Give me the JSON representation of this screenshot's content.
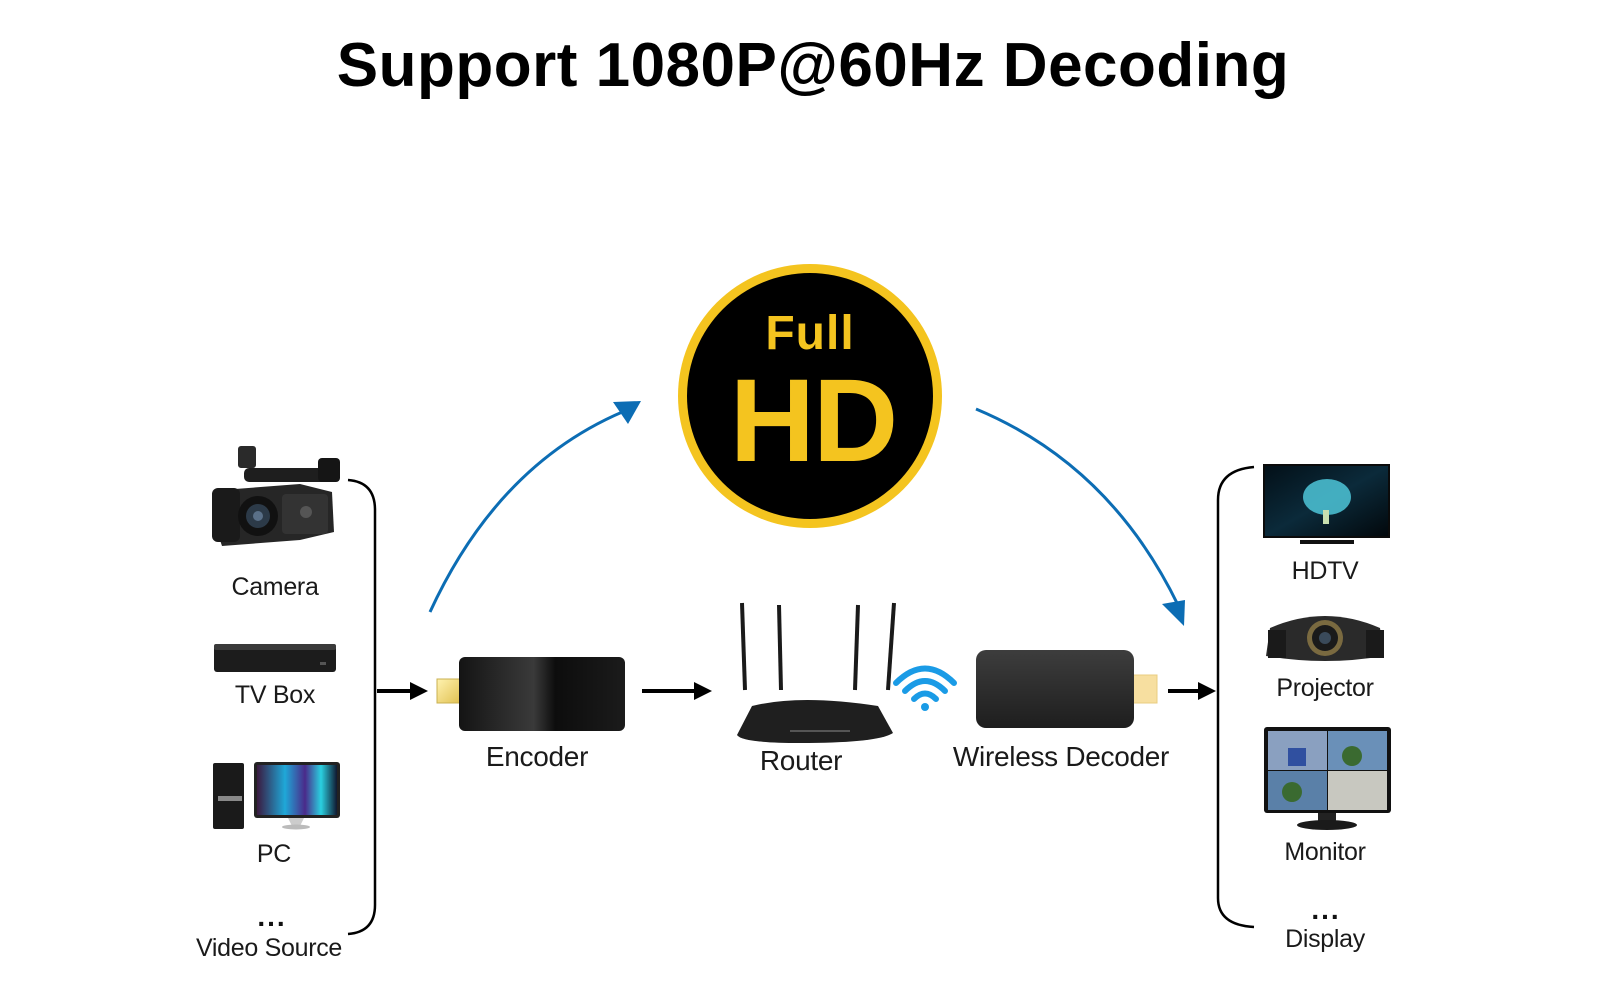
{
  "title": "Support 1080P@60Hz Decoding",
  "badge": {
    "top_text": "Full",
    "main_text": "HD",
    "ring_color": "#f4c41f",
    "fill_color": "#000000",
    "text_color": "#f4c41f"
  },
  "colors": {
    "flow_arrow": "#0c6db4",
    "wifi": "#1a9be6",
    "connector": "#000000"
  },
  "sources": {
    "group_label": "Video Source",
    "more": "...",
    "items": [
      {
        "label": "Camera",
        "icon": "camcorder-icon"
      },
      {
        "label": "TV Box",
        "icon": "set-top-box-icon"
      },
      {
        "label": "PC",
        "icon": "desktop-pc-icon"
      }
    ]
  },
  "chain": {
    "encoder": {
      "label": "Encoder",
      "icon": "hdmi-encoder-icon"
    },
    "router": {
      "label": "Router",
      "icon": "wifi-router-icon"
    },
    "wifi": {
      "icon": "wifi-signal-icon"
    },
    "decoder": {
      "label": "Wireless Decoder",
      "icon": "hdmi-decoder-icon"
    }
  },
  "displays": {
    "group_label": "Display",
    "more": "...",
    "items": [
      {
        "label": "HDTV",
        "icon": "hdtv-icon"
      },
      {
        "label": "Projector",
        "icon": "projector-icon"
      },
      {
        "label": "Monitor",
        "icon": "monitor-icon"
      }
    ]
  }
}
